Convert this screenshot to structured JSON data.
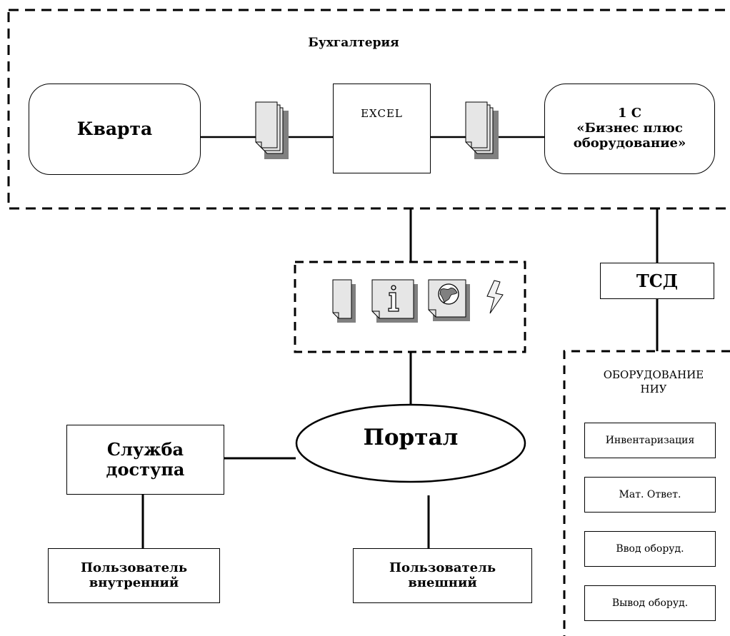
{
  "accounting": {
    "title": "Бухгалтерия",
    "kvarta": "Кварта",
    "excel": "EXCEL",
    "onec": [
      "1 С",
      "«Бизнес плюс",
      "оборудование»"
    ]
  },
  "tsd": "ТСД",
  "equipment": {
    "title": [
      "ОБОРУДОВАНИЕ",
      "НИУ"
    ],
    "items": [
      "Инвентаризация",
      "Мат. Ответ.",
      "Ввод оборуд.",
      "Вывод оборуд."
    ]
  },
  "portal": "Портал",
  "access_service": [
    "Служба",
    "доступа"
  ],
  "user_internal": [
    "Пользователь",
    "внутренний"
  ],
  "user_external": [
    "Пользователь",
    "внешний"
  ],
  "icons": [
    "document-icon",
    "info-icon",
    "globe-icon",
    "lightning-icon",
    "document-stack-icon"
  ]
}
